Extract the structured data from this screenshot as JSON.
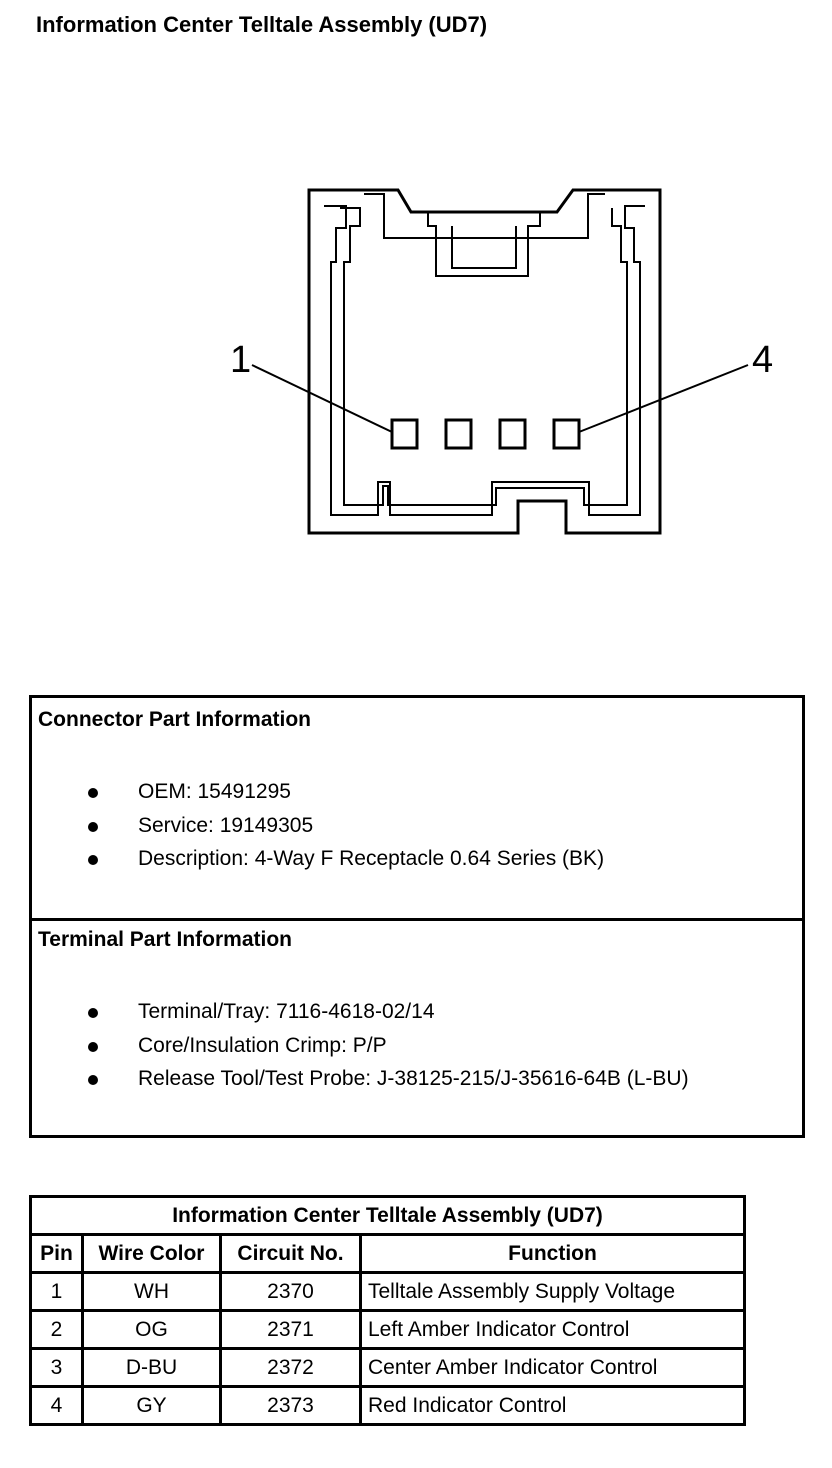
{
  "page": {
    "title": "Information Center Telltale Assembly (UD7)"
  },
  "diagram": {
    "callout_left": "1",
    "callout_right": "4"
  },
  "connector_info": {
    "title": "Connector Part Information",
    "items": [
      "OEM: 15491295",
      "Service: 19149305",
      "Description: 4-Way F Receptacle 0.64 Series (BK)"
    ]
  },
  "terminal_info": {
    "title": "Terminal Part Information",
    "items": [
      "Terminal/Tray: 7116-4618-02/14",
      "Core/Insulation Crimp: P/P",
      "Release Tool/Test Probe: J-38125-215/J-35616-64B (L-BU)"
    ]
  },
  "pin_table": {
    "caption": "Information Center Telltale Assembly (UD7)",
    "headers": [
      "Pin",
      "Wire Color",
      "Circuit No.",
      "Function"
    ],
    "rows": [
      [
        "1",
        "WH",
        "2370",
        "Telltale Assembly Supply Voltage"
      ],
      [
        "2",
        "OG",
        "2371",
        "Left Amber Indicator Control"
      ],
      [
        "3",
        "D-BU",
        "2372",
        "Center Amber Indicator Control"
      ],
      [
        "4",
        "GY",
        "2373",
        "Red Indicator Control"
      ]
    ]
  }
}
